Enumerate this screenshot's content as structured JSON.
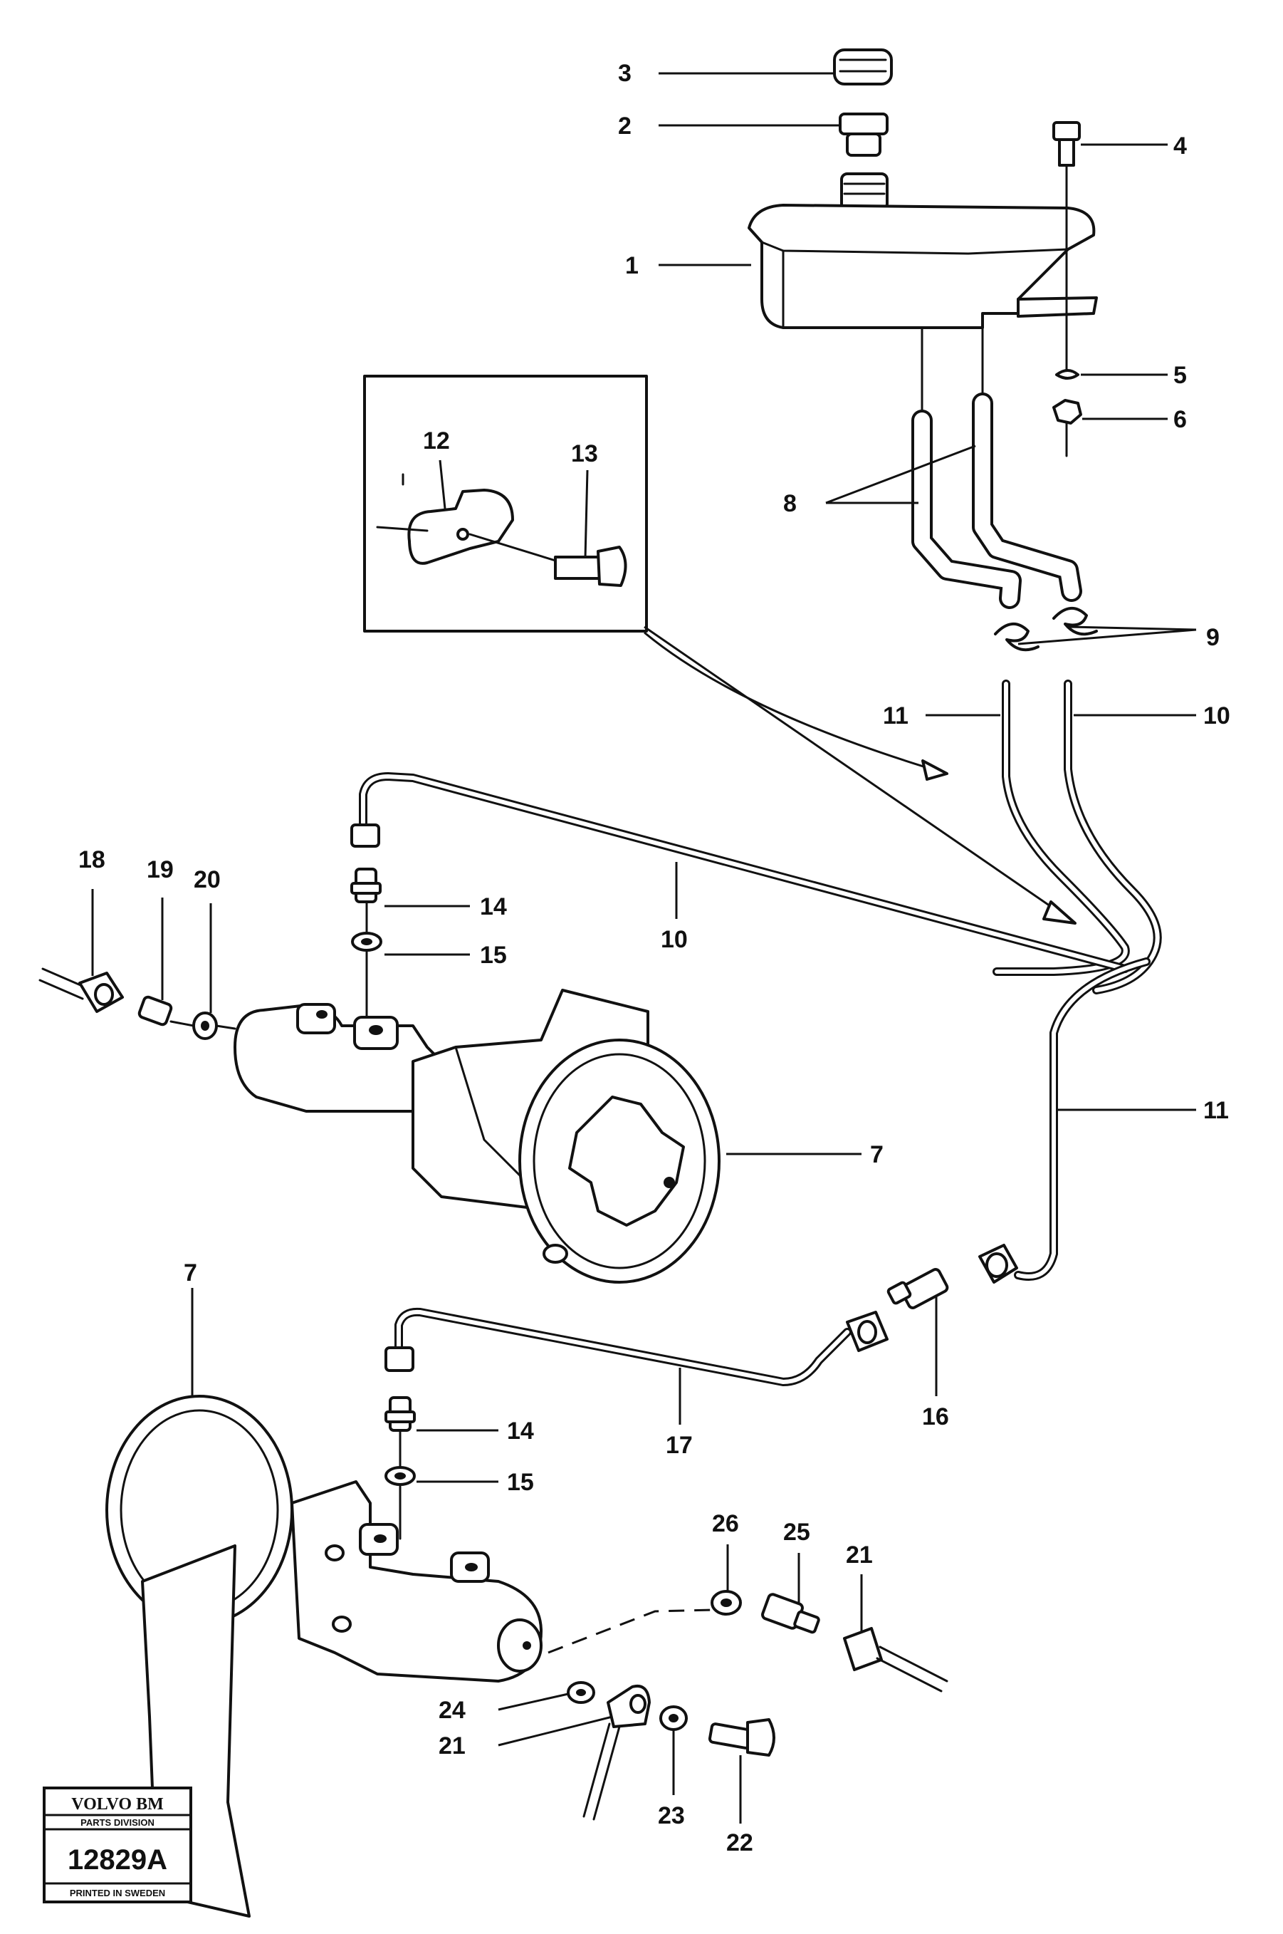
{
  "callouts": [
    "1",
    "2",
    "3",
    "4",
    "5",
    "6",
    "7",
    "7",
    "8",
    "9",
    "10",
    "10",
    "11",
    "11",
    "12",
    "13",
    "14",
    "14",
    "15",
    "15",
    "16",
    "17",
    "18",
    "19",
    "20",
    "21",
    "21",
    "22",
    "23",
    "24",
    "25",
    "26"
  ],
  "stamp": {
    "brand": "VOLVO BM",
    "division": "PARTS DIVISION",
    "code": "12829A",
    "footer": "PRINTED IN SWEDEN"
  }
}
